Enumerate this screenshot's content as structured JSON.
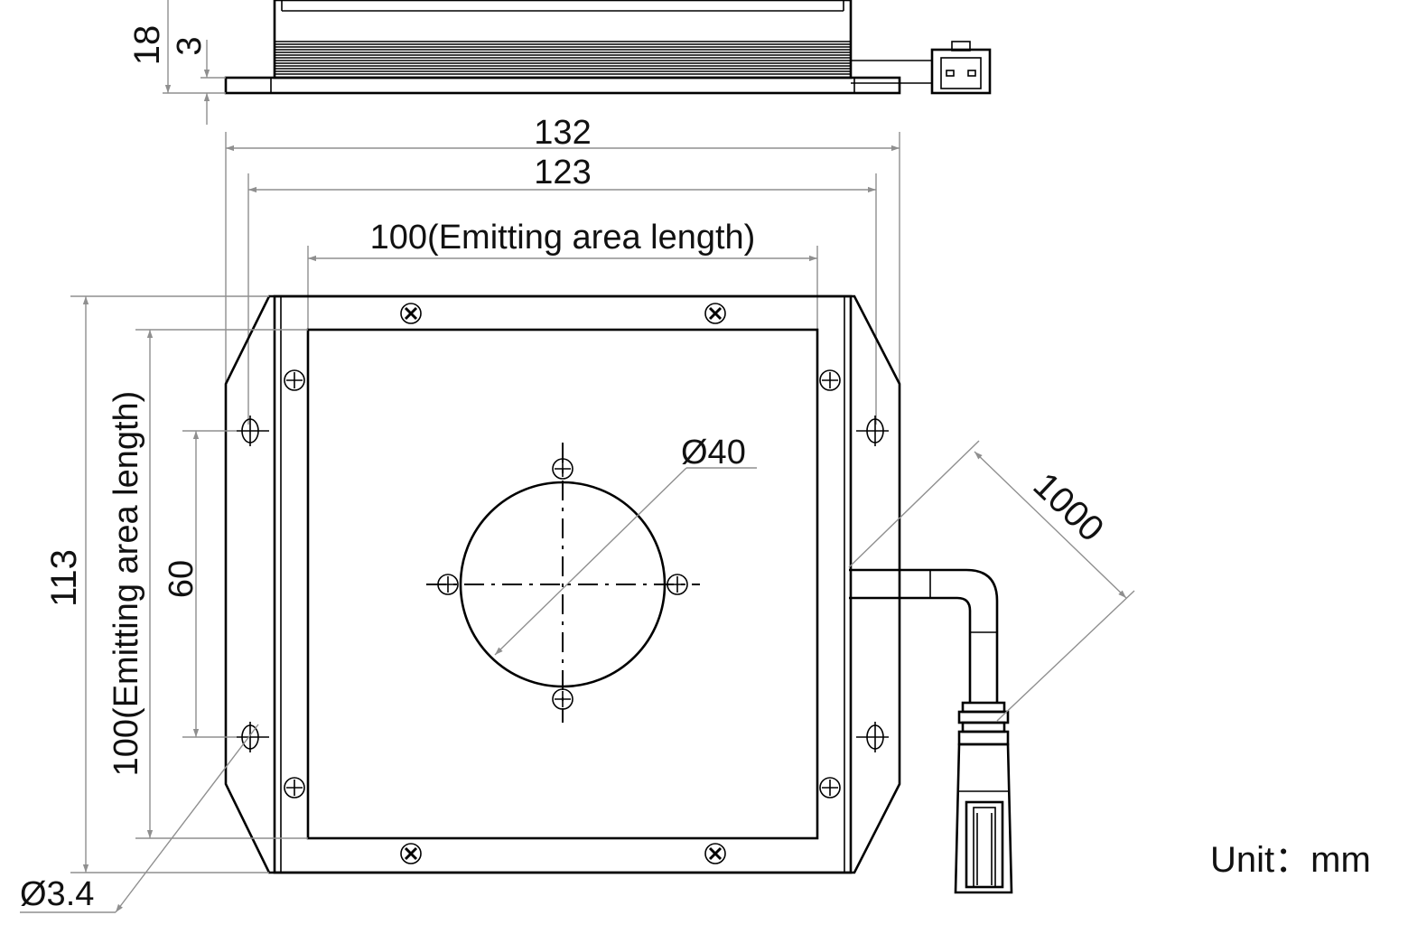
{
  "diagram": {
    "labels": {
      "height_total": "18",
      "height_base": "3",
      "width_total": "132",
      "width_holes": "123",
      "emitting_width": "100(Emitting area length)",
      "diameter_center": "Ø40",
      "cable_length": "1000",
      "height_outer": "113",
      "emitting_height": "100(Emitting area length)",
      "hole_spacing": "60",
      "hole_diameter": "Ø3.4",
      "unit": "Unit：mm"
    }
  }
}
